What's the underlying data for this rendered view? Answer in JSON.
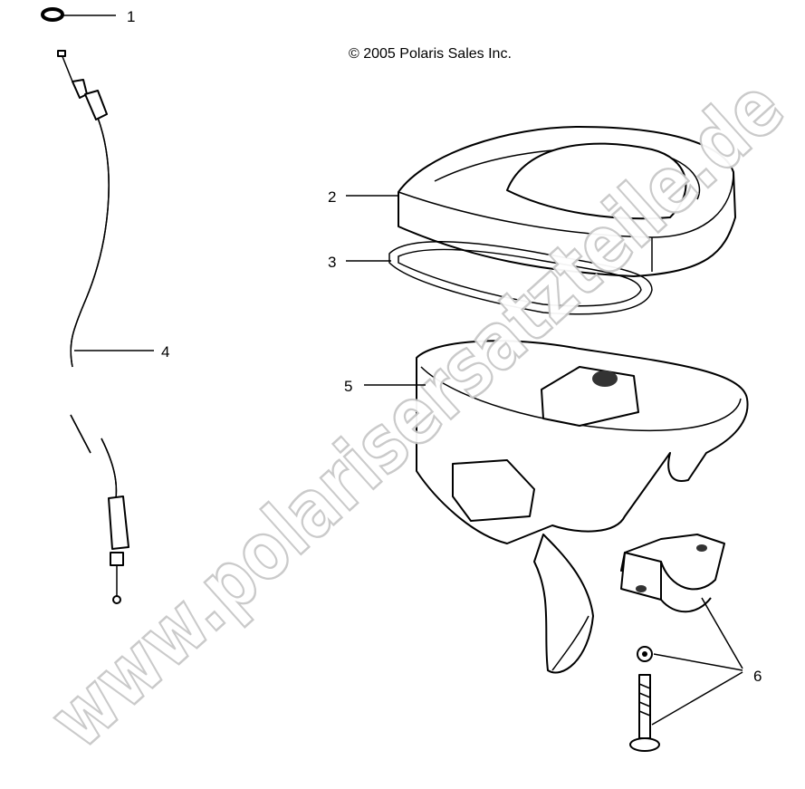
{
  "copyright": "© 2005 Polaris Sales Inc.",
  "watermark": "www.polarisersatzteile.de",
  "callouts": [
    {
      "number": "1"
    },
    {
      "number": "2"
    },
    {
      "number": "3"
    },
    {
      "number": "4"
    },
    {
      "number": "5"
    },
    {
      "number": "6"
    }
  ]
}
